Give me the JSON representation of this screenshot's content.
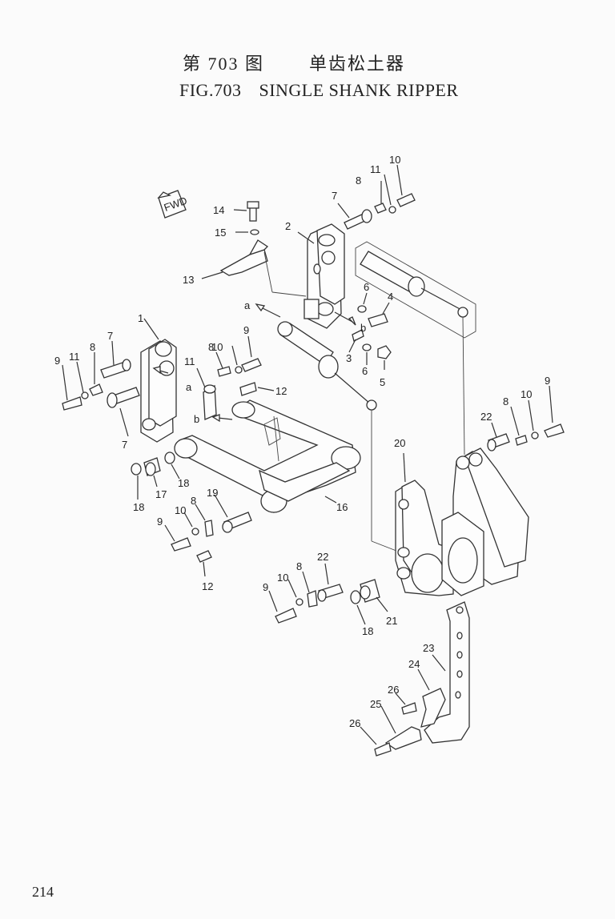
{
  "header": {
    "figure_cn": "第 703 图",
    "name_cn": "单齿松土器",
    "figure_en": "FIG.703",
    "name_en": "SINGLE SHANK RIPPER"
  },
  "fwd_marker": "FWD",
  "reference_letters": [
    "a",
    "b",
    "a",
    "b"
  ],
  "callouts": [
    "14",
    "15",
    "13",
    "2",
    "7",
    "8",
    "11",
    "10",
    "6",
    "4",
    "b",
    "3",
    "6",
    "5",
    "a",
    "1",
    "7",
    "8",
    "11",
    "9",
    "10",
    "9",
    "11",
    "8",
    "12",
    "b",
    "7",
    "22",
    "8",
    "10",
    "9",
    "20",
    "17",
    "18",
    "18",
    "16",
    "19",
    "8",
    "10",
    "9",
    "12",
    "22",
    "8",
    "10",
    "9",
    "18",
    "21",
    "23",
    "24",
    "26",
    "25",
    "26"
  ],
  "footer": {
    "page_number": "214"
  }
}
